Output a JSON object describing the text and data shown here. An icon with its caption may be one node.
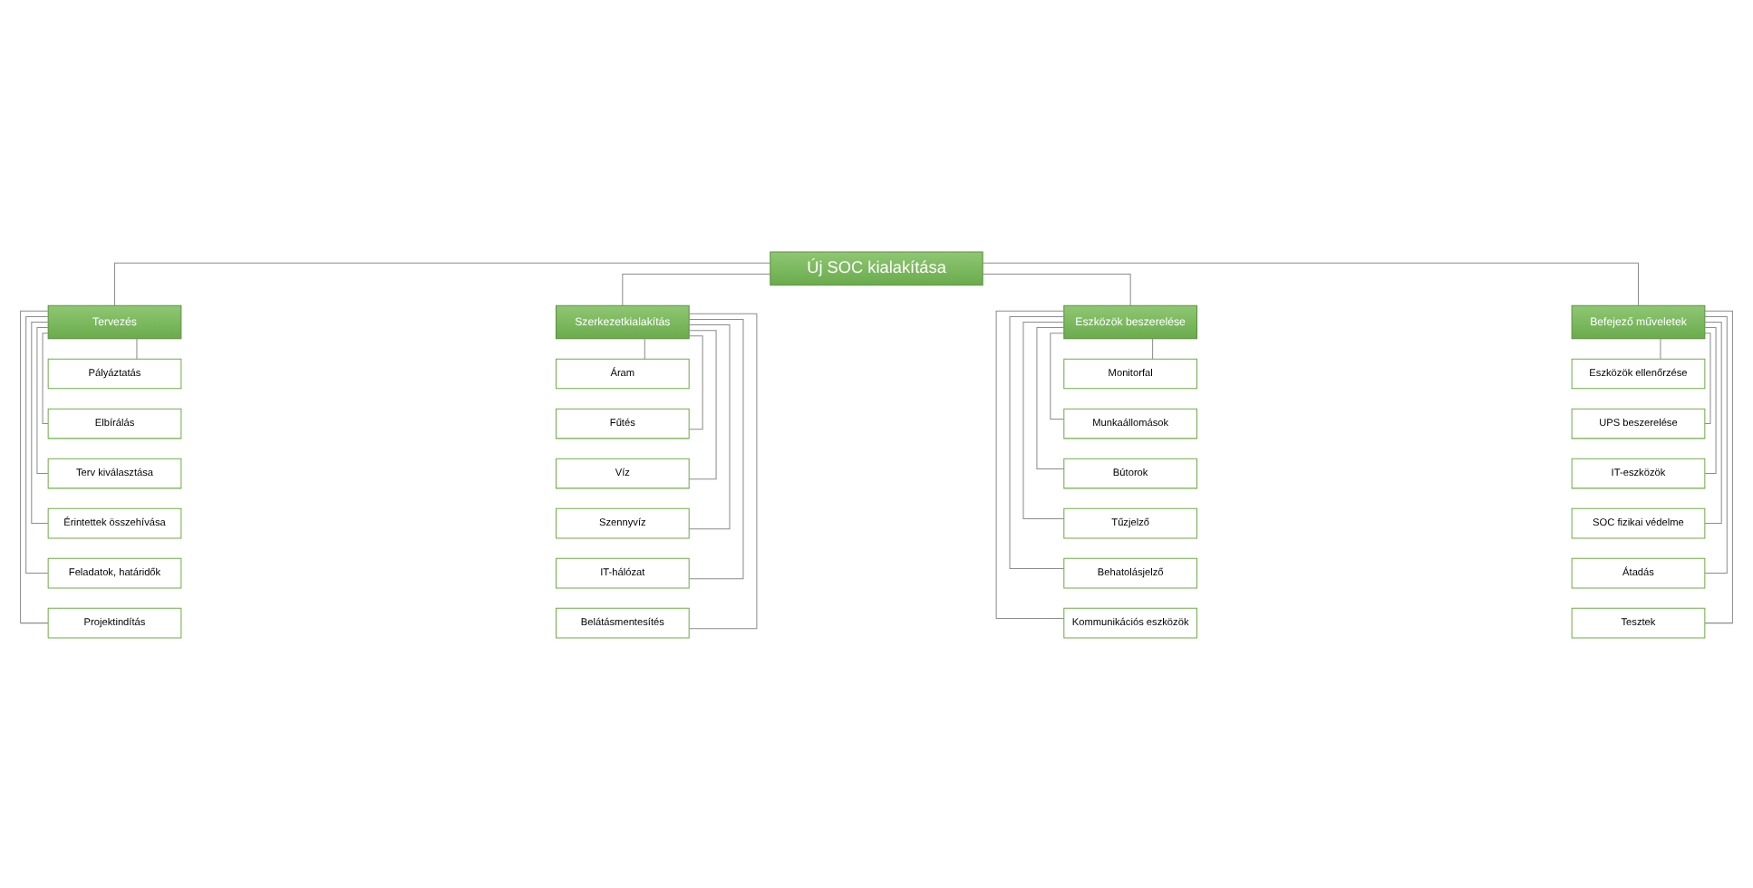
{
  "diagram": {
    "nodes": [
      {
        "text": [
          "Új SOC kialakítása"
        ]
      },
      {
        "text": [
          "Tervezés"
        ]
      },
      {
        "text": [
          "Szerkezetkialakítás"
        ]
      },
      {
        "text": [
          "Eszközök beszerelése"
        ]
      },
      {
        "text": [
          "Befejező műveletek"
        ]
      },
      {
        "text": [
          "Pályáztatás"
        ]
      },
      {
        "text": [
          "Elbírálás"
        ]
      },
      {
        "text": [
          "Terv kiválasztása"
        ]
      },
      {
        "text": [
          "Érintettek összehívása"
        ]
      },
      {
        "text": [
          "Feladatok, határidők"
        ]
      },
      {
        "text": [
          "Projektindítás"
        ]
      },
      {
        "text": [
          "Áram"
        ]
      },
      {
        "text": [
          "Fűtés"
        ]
      },
      {
        "text": [
          "Víz"
        ]
      },
      {
        "text": [
          "Szennyvíz"
        ]
      },
      {
        "text": [
          "IT-hálózat"
        ]
      },
      {
        "text": [
          "Belátásmentesítés"
        ]
      },
      {
        "text": [
          "Monitorfal"
        ]
      },
      {
        "text": [
          "Munkaállomások"
        ]
      },
      {
        "text": [
          "Bútorok"
        ]
      },
      {
        "text": [
          "Tűzjelző"
        ]
      },
      {
        "text": [
          "Behatolásjelző"
        ]
      },
      {
        "text": [
          "Kommunikációs eszközök"
        ]
      },
      {
        "text": [
          "Eszközök ellenőrzése"
        ]
      },
      {
        "text": [
          "UPS beszerelése"
        ]
      },
      {
        "text": [
          "IT-eszközök"
        ]
      },
      {
        "text": [
          "SOC fizikai védelme"
        ]
      },
      {
        "text": [
          "Átadás"
        ]
      },
      {
        "text": [
          "Tesztek"
        ]
      }
    ],
    "edges": [
      {
        "from": 0,
        "to": 1,
        "arrow": "none"
      },
      {
        "from": 0,
        "to": 2,
        "arrow": "none"
      },
      {
        "from": 0,
        "to": 3,
        "arrow": "none"
      },
      {
        "from": 0,
        "to": 4,
        "arrow": "none"
      },
      {
        "from": 1,
        "to": 5,
        "arrow": "none"
      },
      {
        "from": 1,
        "to": 6,
        "arrow": "none"
      },
      {
        "from": 1,
        "to": 7,
        "arrow": "none"
      },
      {
        "from": 1,
        "to": 8,
        "arrow": "none"
      },
      {
        "from": 1,
        "to": 9,
        "arrow": "none"
      },
      {
        "from": 1,
        "to": 10,
        "arrow": "none"
      },
      {
        "from": 2,
        "to": 11,
        "arrow": "none"
      },
      {
        "from": 2,
        "to": 12,
        "arrow": "none"
      },
      {
        "from": 2,
        "to": 13,
        "arrow": "none"
      },
      {
        "from": 2,
        "to": 14,
        "arrow": "none"
      },
      {
        "from": 2,
        "to": 15,
        "arrow": "none"
      },
      {
        "from": 2,
        "to": 16,
        "arrow": "none"
      },
      {
        "from": 3,
        "to": 17,
        "arrow": "none"
      },
      {
        "from": 3,
        "to": 18,
        "arrow": "none"
      },
      {
        "from": 3,
        "to": 19,
        "arrow": "none"
      },
      {
        "from": 3,
        "to": 20,
        "arrow": "none"
      },
      {
        "from": 3,
        "to": 21,
        "arrow": "none"
      },
      {
        "from": 3,
        "to": 22,
        "arrow": "none"
      },
      {
        "from": 4,
        "to": 23,
        "arrow": "none"
      },
      {
        "from": 4,
        "to": 24,
        "arrow": "none"
      },
      {
        "from": 4,
        "to": 25,
        "arrow": "none"
      },
      {
        "from": 4,
        "to": 26,
        "arrow": "none"
      },
      {
        "from": 4,
        "to": 27,
        "arrow": "none"
      },
      {
        "from": 4,
        "to": 28,
        "arrow": "none"
      }
    ]
  }
}
